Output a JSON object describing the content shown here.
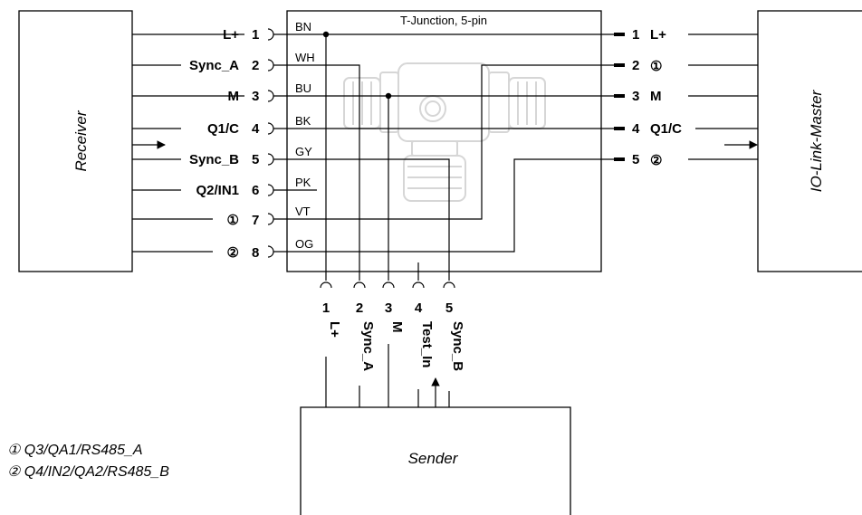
{
  "receiver": {
    "name": "Receiver"
  },
  "master": {
    "name": "IO-Link-Master"
  },
  "junction": {
    "title": "T-Junction, 5-pin"
  },
  "sender": {
    "name": "Sender"
  },
  "left_pins": [
    {
      "num": "1",
      "label": "L+",
      "wire": "BN"
    },
    {
      "num": "2",
      "label": "Sync_A",
      "wire": "WH"
    },
    {
      "num": "3",
      "label": "M",
      "wire": "BU"
    },
    {
      "num": "4",
      "label": "Q1/C",
      "wire": "BK"
    },
    {
      "num": "5",
      "label": "Sync_B",
      "wire": "GY"
    },
    {
      "num": "6",
      "label": "Q2/IN1",
      "wire": "PK"
    },
    {
      "num": "7",
      "label": "①",
      "wire": "VT"
    },
    {
      "num": "8",
      "label": "②",
      "wire": "OG"
    }
  ],
  "right_pins": [
    {
      "num": "1",
      "label": "L+"
    },
    {
      "num": "2",
      "label": "①"
    },
    {
      "num": "3",
      "label": "M"
    },
    {
      "num": "4",
      "label": "Q1/C"
    },
    {
      "num": "5",
      "label": "②"
    }
  ],
  "bottom_pins": [
    {
      "num": "1",
      "label": "L+"
    },
    {
      "num": "2",
      "label": "Sync_A"
    },
    {
      "num": "3",
      "label": "M"
    },
    {
      "num": "4",
      "label": "Test_In"
    },
    {
      "num": "5",
      "label": "Sync_B"
    }
  ],
  "legend": [
    "① Q3/QA1/RS485_A",
    "② Q4/IN2/QA2/RS485_B"
  ]
}
